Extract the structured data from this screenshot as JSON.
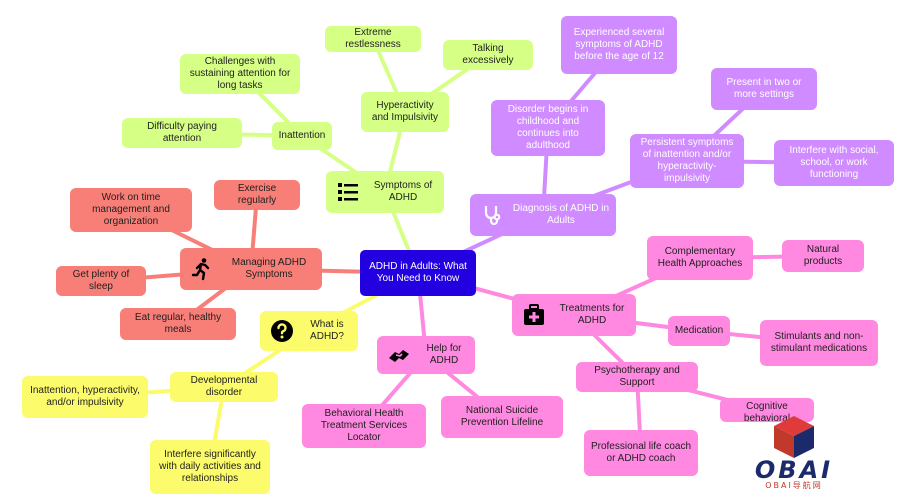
{
  "root": {
    "label": "ADHD in Adults: What You Need to Know"
  },
  "branches": {
    "symptoms": {
      "label": "Symptoms of ADHD",
      "icon": "list-icon",
      "hyperactivity": {
        "label": "Hyperactivity and Impulsivity",
        "items": [
          "Extreme restlessness",
          "Talking excessively"
        ]
      },
      "inattention": {
        "label": "Inattention",
        "items": [
          "Challenges with sustaining attention for long tasks",
          "Difficulty paying attention"
        ]
      }
    },
    "diagnosis": {
      "label": "Diagnosis of ADHD in Adults",
      "icon": "stethoscope-icon",
      "childhood": {
        "label": "Disorder begins in childhood and continues into adulthood",
        "items": [
          "Experienced several symptoms of ADHD before the age of 12"
        ]
      },
      "persistent": {
        "label": "Persistent symptoms of inattention and/or hyperactivity-impulsivity",
        "items": [
          "Present in two or more settings",
          "Interfere with social, school, or work functioning"
        ]
      }
    },
    "treatments": {
      "label": "Treatments for ADHD",
      "icon": "first-aid-kit-icon",
      "complementary": {
        "label": "Complementary Health Approaches",
        "items": [
          "Natural products"
        ]
      },
      "medication": {
        "label": "Medication",
        "items": [
          "Stimulants and non-stimulant medications"
        ]
      },
      "psychotherapy": {
        "label": "Psychotherapy and Support",
        "items": [
          "Professional life coach or ADHD coach",
          "Cognitive behavioral"
        ]
      }
    },
    "help": {
      "label": "Help for ADHD",
      "icon": "helping-hands-icon",
      "items": [
        "Behavioral Health Treatment Services Locator",
        "National Suicide Prevention Lifeline"
      ]
    },
    "what": {
      "label": "What is ADHD?",
      "icon": "question-icon",
      "developmental": {
        "label": "Developmental disorder",
        "items": [
          "Inattention, hyperactivity, and/or impulsivity",
          "Interfere significantly with daily activities and relationships"
        ]
      }
    },
    "managing": {
      "label": "Managing ADHD Symptoms",
      "icon": "running-person-icon",
      "items": [
        "Exercise regularly",
        "Work on time management and organization",
        "Get plenty of sleep",
        "Eat regular, healthy meals"
      ]
    }
  },
  "colors": {
    "root": "#2200e0",
    "symptoms": "#d6ff85",
    "diagnosis": "#cf8bff",
    "treatments": "#ff88e0",
    "help": "#ff88e0",
    "what": "#fbfb6b",
    "managing": "#f77f78"
  },
  "watermark": {
    "brand": "OBAI",
    "subtitle": "OBAI导航网"
  }
}
